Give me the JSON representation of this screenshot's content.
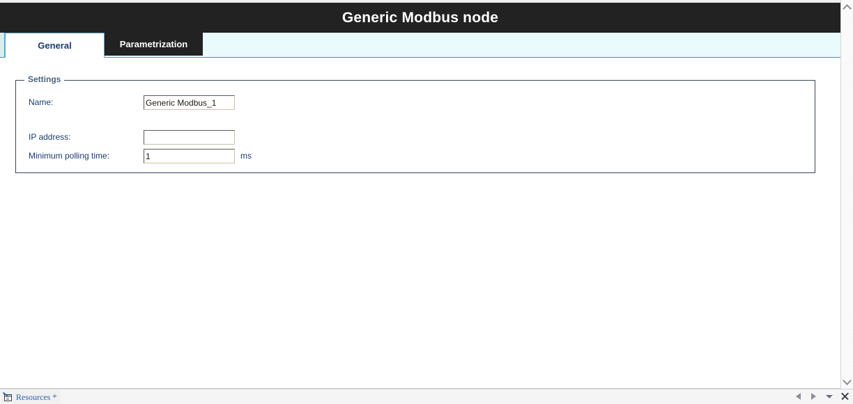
{
  "window": {
    "title": "Generic Modbus node"
  },
  "tabs": [
    {
      "label": "General",
      "active": true
    },
    {
      "label": "Parametrization",
      "active": false
    }
  ],
  "settings": {
    "legend": "Settings",
    "fields": [
      {
        "label": "Name:",
        "value": "Generic Modbus_1",
        "placeholder": "",
        "unit": ""
      },
      {
        "label": "IP address:",
        "value": "",
        "placeholder": "",
        "unit": ""
      },
      {
        "label": "Minimum polling time:",
        "value": "1",
        "placeholder": "",
        "unit": "ms"
      }
    ]
  },
  "statusbar": {
    "tab_label": "Resources",
    "modified_marker": "*",
    "icon": "resources-panel-icon",
    "controls": [
      {
        "name": "nav-previous",
        "icon": "triangle-left-icon"
      },
      {
        "name": "nav-next",
        "icon": "triangle-right-icon"
      },
      {
        "name": "panel-menu",
        "icon": "caret-down-icon"
      },
      {
        "name": "panel-close",
        "icon": "close-icon"
      }
    ]
  },
  "scrollbar": {
    "up_icon": "chevron-up-icon",
    "down_icon": "chevron-down-icon"
  },
  "colors": {
    "title_bar": "#222222",
    "tab_bar": "#e9fbfc",
    "tab_active_border": "#5aa6c4",
    "label_text": "#1c3d6e",
    "legend_text": "#4c647f",
    "status_link": "#2f5fa8"
  }
}
